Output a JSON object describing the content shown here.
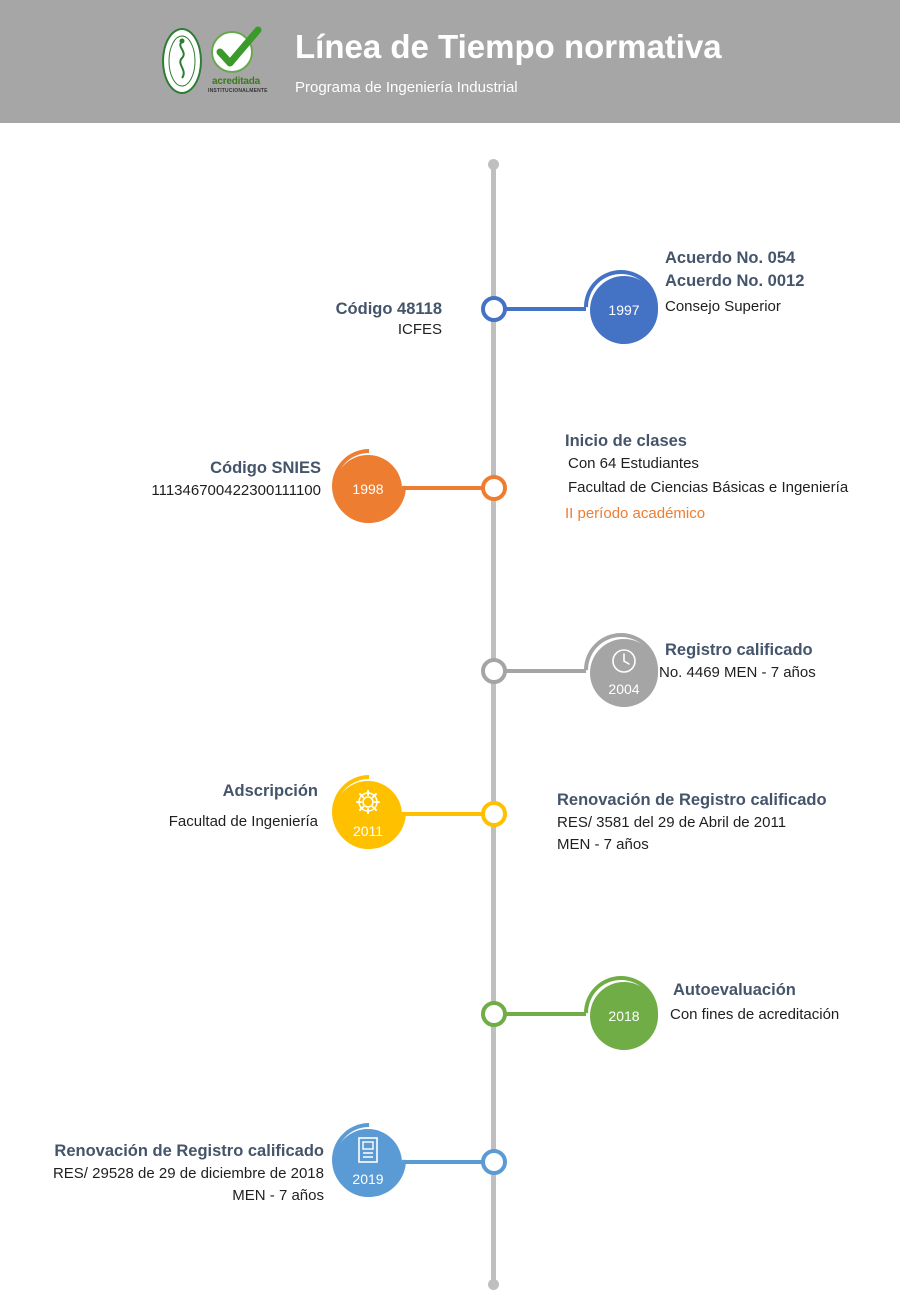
{
  "header": {
    "title": "Línea de Tiempo normativa",
    "subtitle": "Programa de Ingeniería Industrial",
    "badge_text": "acreditada",
    "badge_sub": "INSTITUCIONALMENTE",
    "background": "#a6a6a6"
  },
  "events": [
    {
      "year": "1997",
      "color": "#4472c4",
      "left": {
        "title": "Código 48118",
        "lines": [
          "ICFES"
        ]
      },
      "right": {
        "titles": [
          "Acuerdo No. 054",
          "Acuerdo No. 0012"
        ],
        "lines": [
          "Consejo Superior"
        ]
      }
    },
    {
      "year": "1998",
      "color": "#ed7d31",
      "left": {
        "title": "Código SNIES",
        "lines": [
          "111346700422300111100"
        ]
      },
      "right": {
        "title": "Inicio de clases",
        "lines": [
          "Con 64 Estudiantes",
          "Facultad de Ciencias Básicas e Ingeniería"
        ],
        "note": "II período académico"
      }
    },
    {
      "year": "2004",
      "color": "#a5a5a5",
      "icon": "clock-icon",
      "right": {
        "title": "Registro calificado",
        "lines": [
          "No. 4469 MEN - 7 años"
        ]
      }
    },
    {
      "year": "2011",
      "color": "#ffc000",
      "icon": "gear-icon",
      "left": {
        "title": "Adscripción",
        "lines": [
          "Facultad de Ingeniería"
        ]
      },
      "right": {
        "title": "Renovación de Registro calificado",
        "lines": [
          "RES/ 3581 del 29 de Abril de 2011",
          "MEN - 7 años"
        ]
      }
    },
    {
      "year": "2018",
      "color": "#70ad47",
      "right": {
        "title": "Autoevaluación",
        "lines": [
          "Con fines de acreditación"
        ]
      }
    },
    {
      "year": "2019",
      "color": "#5b9bd5",
      "icon": "document-icon",
      "left": {
        "title": "Renovación de Registro calificado",
        "lines": [
          "RES/ 29528 de 29 de diciembre de 2018",
          "MEN - 7 años"
        ]
      }
    }
  ]
}
